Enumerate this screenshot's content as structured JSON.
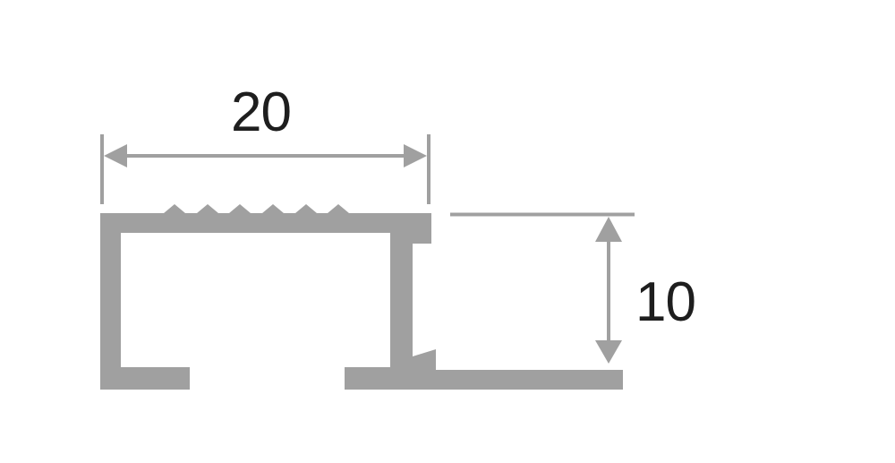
{
  "diagram": {
    "type": "profile cross-section with dimensions",
    "colors": {
      "profile": "#a0a0a0",
      "dimension_lines": "#a0a0a0",
      "text": "#1e1e1e",
      "background": "#ffffff"
    },
    "dimensions": {
      "width": {
        "label": "20",
        "orientation": "horizontal"
      },
      "height": {
        "label": "10",
        "orientation": "vertical"
      }
    },
    "profile": {
      "teeth_count": 6
    }
  }
}
